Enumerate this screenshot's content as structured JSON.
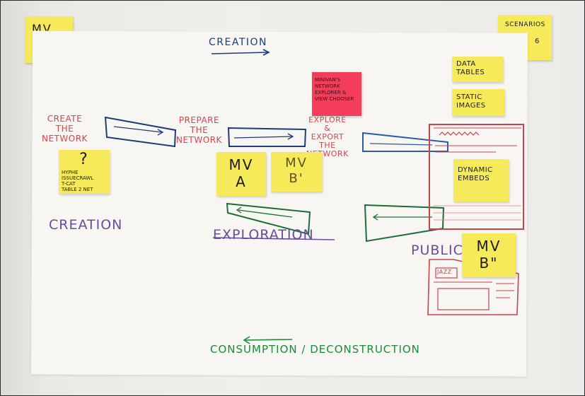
{
  "board": {
    "title": "CREATION",
    "bottom_title": "CONSUMPTION / DECONSTRUCTION"
  },
  "stages": {
    "create": "CREATE\nTHE\nNETWORK",
    "prepare": "PREPARE\nTHE\nNETWORK",
    "explore": "EXPLORE\n&\nEXPORT\nTHE\nNETWORK"
  },
  "phases": {
    "creation": "CREATION",
    "exploration": "EXPLORATION",
    "publication": "PUBLIC"
  },
  "stickies": {
    "mv_corner": "MV",
    "scenarios_line1": "SCENARIOS",
    "scenarios_line2": "6",
    "question_mark": "?",
    "question_note": "HYPHE\nISSUECRAWL\nT-CAT\nTABLE 2 NET",
    "mv_a_line1": "MV",
    "mv_a_line2": "A",
    "mv_b_prime_line1": "MV",
    "mv_b_prime_line2": "B'",
    "mv_b_double_line1": "MV",
    "mv_b_double_line2": "B\"",
    "minivan_note": "MINIVAN'S\nNETWORK\nEXPLORER &\nVIEW CHOOSER",
    "data_tables": "DATA\nTABLES",
    "static_images": "STATIC\nIMAGES",
    "dynamic_embeds": "DYNAMIC\nEMBEDS"
  },
  "sketch_labels": {
    "jazz": "JAZZ"
  },
  "colors": {
    "sticky_yellow": "#f6ea5a",
    "sticky_pink": "#f43d5a",
    "marker_red": "#d4454f",
    "marker_navy": "#1c3c7a",
    "marker_purple": "#6a4c9c",
    "marker_green": "#1e8a3a"
  }
}
